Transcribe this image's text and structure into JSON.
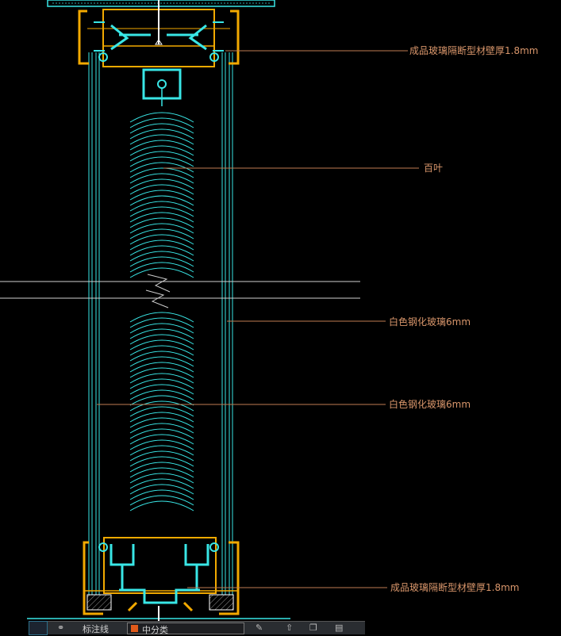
{
  "callouts": {
    "profile_top": "成品玻璃隔断型材壁厚1.8mm",
    "louver": "百叶",
    "glass_right": "白色钢化玻璃6mm",
    "glass_left": "白色钢化玻璃6mm",
    "profile_bottom": "成品玻璃隔断型材壁厚1.8mm"
  },
  "statusbar": {
    "layer_label": "标注线",
    "layer_value": "中分类"
  },
  "colors": {
    "profile": "#f2a900",
    "glass": "#39e6e6",
    "leader": "#c07b52",
    "text": "#d9966b",
    "break_line": "#cfcfcf",
    "hatch": "#9a9a9a"
  }
}
